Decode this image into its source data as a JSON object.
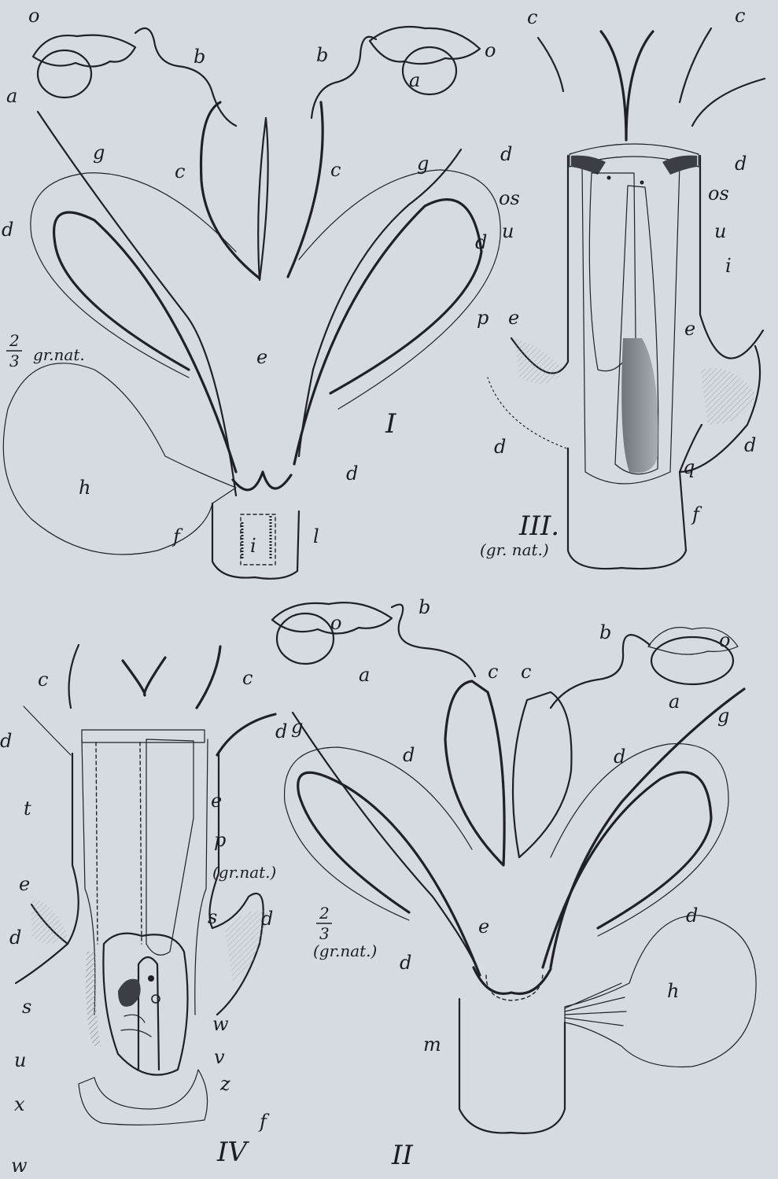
{
  "plate": {
    "background_color": "#d6dbe1",
    "ink_color": "#1f2126",
    "shade_color": "#a9b0b8"
  },
  "figures": [
    {
      "id": "I",
      "number": "I",
      "scale": {
        "num": "2",
        "den": "3",
        "text": "gr.nat."
      },
      "labels": [
        "o",
        "o",
        "a",
        "a",
        "b",
        "b",
        "c",
        "c",
        "g",
        "g",
        "d",
        "d",
        "d",
        "e",
        "h",
        "f",
        "i",
        "l"
      ]
    },
    {
      "id": "II",
      "number": "II",
      "scale": {
        "num": "2",
        "den": "3",
        "text": "(gr.nat.)"
      },
      "labels": [
        "o",
        "o",
        "a",
        "a",
        "b",
        "b",
        "c",
        "c",
        "g",
        "g",
        "d",
        "d",
        "d",
        "d",
        "e",
        "h",
        "m"
      ]
    },
    {
      "id": "III",
      "number": "III.",
      "scale": {
        "text": "(gr. nat.)"
      },
      "labels": [
        "c",
        "c",
        "d",
        "d",
        "d",
        "d",
        "os",
        "os",
        "u",
        "u",
        "i",
        "e",
        "e",
        "p",
        "q",
        "f"
      ]
    },
    {
      "id": "IV",
      "number": "IV",
      "scale": {
        "text": "(gr.nat.)"
      },
      "labels": [
        "c",
        "c",
        "d",
        "d",
        "d",
        "d",
        "t",
        "e",
        "e",
        "p",
        "s",
        "s",
        "w",
        "w",
        "u",
        "v",
        "z",
        "x",
        "f"
      ]
    }
  ]
}
